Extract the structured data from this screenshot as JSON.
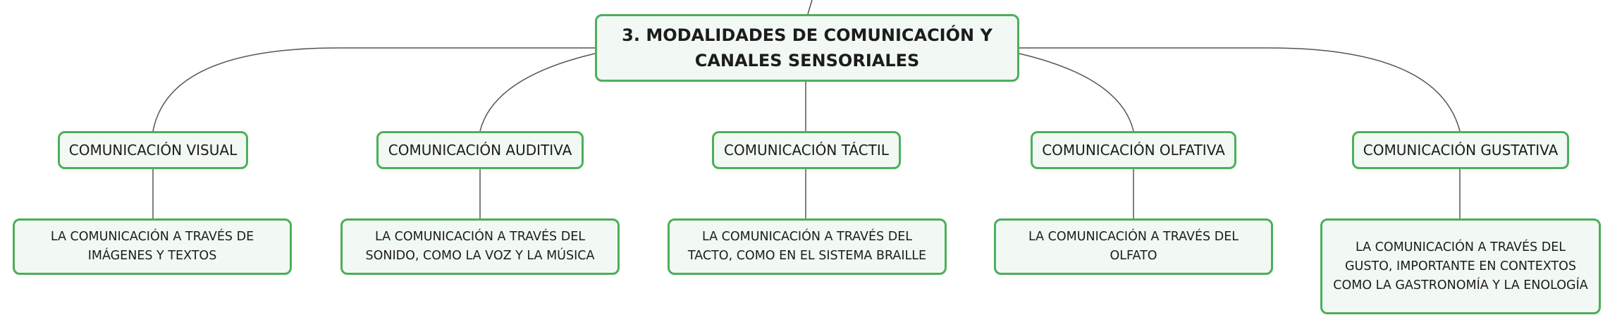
{
  "root": {
    "title": "3. MODALIDADES DE COMUNICACIÓN Y CANALES SENSORIALES"
  },
  "branches": [
    {
      "title": "COMUNICACIÓN VISUAL",
      "description": "LA COMUNICACIÓN A TRAVÉS DE IMÁGENES Y TEXTOS"
    },
    {
      "title": "COMUNICACIÓN AUDITIVA",
      "description": "LA COMUNICACIÓN A TRAVÉS DEL SONIDO, COMO LA VOZ Y LA MÚSICA"
    },
    {
      "title": "COMUNICACIÓN TÁCTIL",
      "description": "LA COMUNICACIÓN A TRAVÉS DEL TACTO, COMO EN EL SISTEMA BRAILLE"
    },
    {
      "title": "COMUNICACIÓN OLFATIVA",
      "description": "LA COMUNICACIÓN A TRAVÉS DEL OLFATO"
    },
    {
      "title": "COMUNICACIÓN GUSTATIVA",
      "description": "LA COMUNICACIÓN A TRAVÉS DEL GUSTO, IMPORTANTE EN CONTEXTOS COMO LA GASTRONOMÍA Y LA ENOLOGÍA"
    }
  ],
  "colors": {
    "node_border": "#4caf5a",
    "node_fill": "#f2f8f3",
    "connector": "#555555"
  }
}
